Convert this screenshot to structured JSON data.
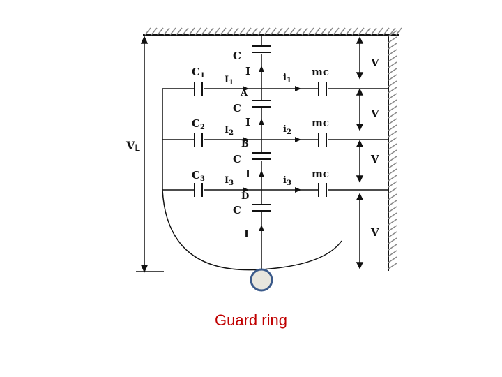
{
  "diagram": {
    "labels": {
      "C": "C",
      "I": "I",
      "A": "A",
      "B": "B",
      "D": "D",
      "V": "V",
      "mc": "mc",
      "C1": "C",
      "C1_sub": "1",
      "C2": "C",
      "C2_sub": "2",
      "C3": "C",
      "C3_sub": "3",
      "I1": "I",
      "I1_sub": "1",
      "I2": "I",
      "I2_sub": "2",
      "I3": "I",
      "I3_sub": "3",
      "i1": "i",
      "i1_sub": "1",
      "i2": "i",
      "i2_sub": "2",
      "i3": "i",
      "i3_sub": "3",
      "VL": "V",
      "VL_sub": "L"
    },
    "colors": {
      "line": "#111111",
      "hatch": "#888888",
      "guard_ring_fill": "#e8e6de",
      "guard_ring_stroke": "#3b5a8a",
      "caption": "#c00000"
    }
  },
  "caption": "Guard ring"
}
